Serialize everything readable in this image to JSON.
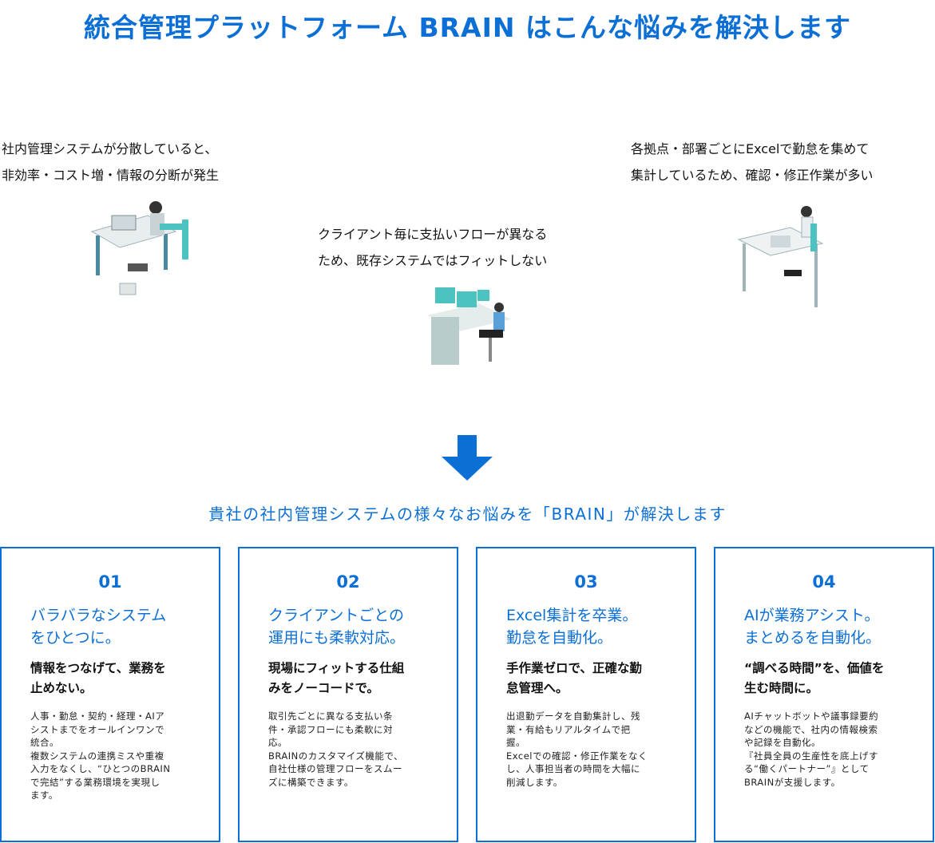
{
  "title": "統合管理プラットフォーム BRAIN はこんな悩みを解決します",
  "problems": [
    {
      "text": "社内管理システムが分散していると、\n非効率・コスト増・情報の分断が発生"
    },
    {
      "text": "クライアント毎に支払いフローが異なる\nため、既存システムではフィットしない"
    },
    {
      "text": "各拠点・部署ごとにExcelで勤怠を集めて\n集計しているため、確認・修正作業が多い"
    }
  ],
  "colors": {
    "accent": "#0b6fd6",
    "teal": "#4cc3c0"
  },
  "subtitle": "貴社の社内管理システムの様々なお悩みを「BRAIN」が解決します",
  "cards": [
    {
      "num": "01",
      "heading": "バラバラなシステム\nをひとつに。",
      "subheading": "情報をつなげて、業務を\n止めない。",
      "body": "人事・勤怠・契約・経理・AIア\nシストまでをオールインワンで\n統合。\n複数システムの連携ミスや重複\n入力をなくし、“ひとつのBRAIN\nで完結”する業務環境を実現し\nます。"
    },
    {
      "num": "02",
      "heading": "クライアントごとの\n運用にも柔軟対応。",
      "subheading": "現場にフィットする仕組\nみをノーコードで。",
      "body": "取引先ごとに異なる支払い条\n件・承認フローにも柔軟に対\n応。\nBRAINのカスタマイズ機能で、\n自社仕様の管理フローをスムー\nズに構築できます。"
    },
    {
      "num": "03",
      "heading": "Excel集計を卒業。\n勤怠を自動化。",
      "subheading": "手作業ゼロで、正確な勤\n怠管理へ。",
      "body": "出退勤データを自動集計し、残\n業・有給もリアルタイムで把\n握。\nExcelでの確認・修正作業をなく\nし、人事担当者の時間を大幅に\n削減します。"
    },
    {
      "num": "04",
      "heading": "AIが業務アシスト。\nまとめるを自動化。",
      "subheading": "“調べる時間”を、価値を\n生む時間に。",
      "body": "AIチャットボットや議事録要約\nなどの機能で、社内の情報検索\nや記録を自動化。\n『社員全員の生産性を底上げす\nる“働くパートナー”』として\nBRAINが支援します。"
    }
  ]
}
